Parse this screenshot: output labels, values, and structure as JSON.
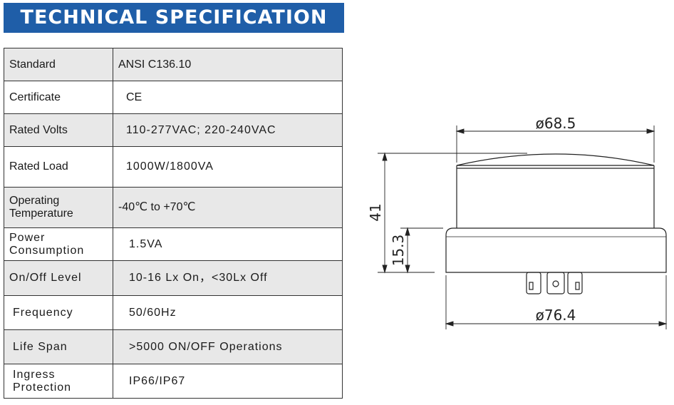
{
  "header": {
    "title": "TECHNICAL SPECIFICATION"
  },
  "specs": [
    {
      "label": "Standard",
      "value": "ANSI C136.10"
    },
    {
      "label": "Certificate",
      "value": "CE"
    },
    {
      "label": "Rated Volts",
      "value": "110-277VAC; 220-240VAC"
    },
    {
      "label": "Rated Load",
      "value": "1000W/1800VA"
    },
    {
      "label": "Operating Temperature",
      "value": "-40℃ to +70℃"
    },
    {
      "label": "Power Consumption",
      "value": "1.5VA"
    },
    {
      "label": "On/Off Level",
      "value": "10-16 Lx On，<30Lx Off"
    },
    {
      "label": "Frequency",
      "value": "50/60Hz"
    },
    {
      "label": "Life Span",
      "value": ">5000 ON/OFF Operations"
    },
    {
      "label": "Ingress Protection",
      "value": "IP66/IP67"
    }
  ],
  "drawing": {
    "top_diameter": "ø68.5",
    "bottom_diameter": "ø76.4",
    "total_height": "41",
    "base_height": "15.3"
  }
}
